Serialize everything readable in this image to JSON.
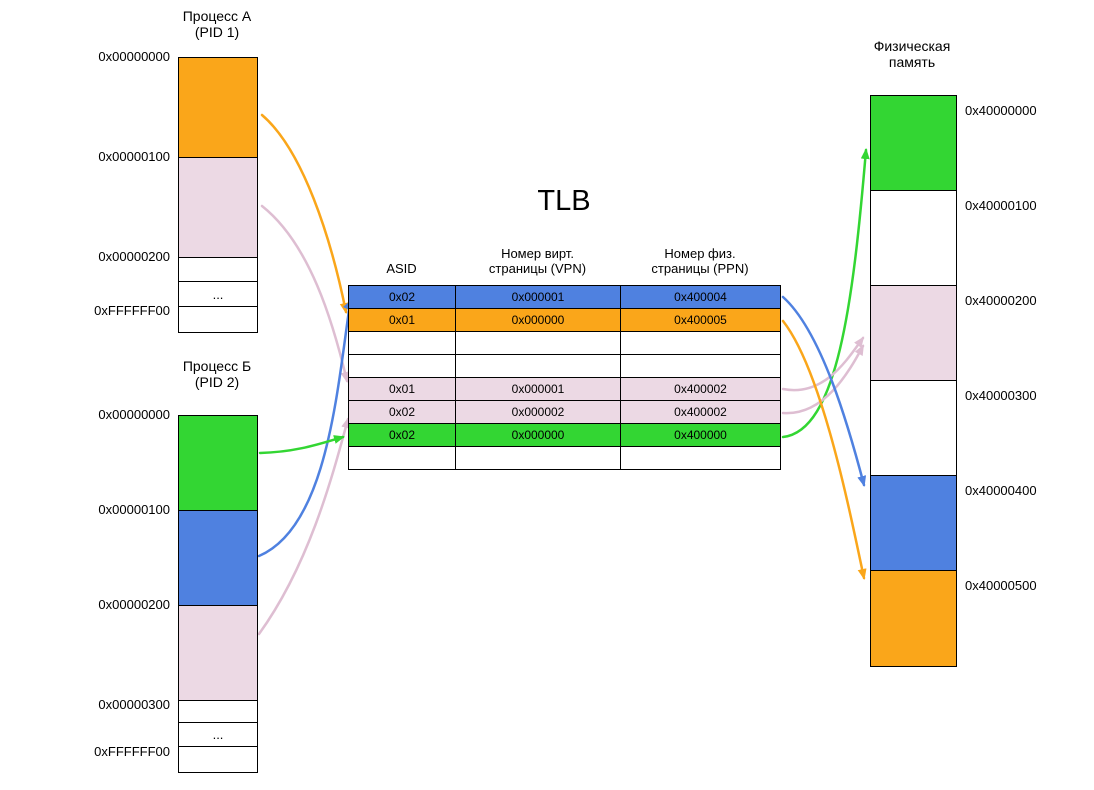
{
  "process_a": {
    "title": "Процесс А",
    "subtitle": "(PID 1)",
    "address_labels": [
      "0x00000000",
      "0x00000100",
      "0x00000200",
      "0xFFFFFF00"
    ],
    "ellipsis": "..."
  },
  "process_b": {
    "title": "Процесс Б",
    "subtitle": "(PID 2)",
    "address_labels": [
      "0x00000000",
      "0x00000100",
      "0x00000200",
      "0x00000300",
      "0xFFFFFF00"
    ],
    "ellipsis": "..."
  },
  "tlb": {
    "title": "TLB",
    "headers": {
      "asid": "ASID",
      "vpn": [
        "Номер вирт.",
        "страницы (VPN)"
      ],
      "ppn": [
        "Номер физ.",
        "страницы (PPN)"
      ]
    },
    "rows": [
      {
        "asid": "0x02",
        "vpn": "0x000001",
        "ppn": "0x400004",
        "color": "blue"
      },
      {
        "asid": "0x01",
        "vpn": "0x000000",
        "ppn": "0x400005",
        "color": "orange"
      },
      {
        "asid": "",
        "vpn": "",
        "ppn": "",
        "color": "white"
      },
      {
        "asid": "",
        "vpn": "",
        "ppn": "",
        "color": "white"
      },
      {
        "asid": "0x01",
        "vpn": "0x000001",
        "ppn": "0x400002",
        "color": "pink"
      },
      {
        "asid": "0x02",
        "vpn": "0x000002",
        "ppn": "0x400002",
        "color": "pink"
      },
      {
        "asid": "0x02",
        "vpn": "0x000000",
        "ppn": "0x400000",
        "color": "green"
      },
      {
        "asid": "",
        "vpn": "",
        "ppn": "",
        "color": "white"
      }
    ]
  },
  "physical_memory": {
    "title": "Физическая",
    "subtitle": "память",
    "address_labels": [
      "0x40000000",
      "0x40000100",
      "0x40000200",
      "0x40000300",
      "0x40000400",
      "0x40000500"
    ]
  },
  "colors": {
    "orange": "#FAA61A",
    "pink": "#ECD9E4",
    "green": "#33D633",
    "blue": "#4F81E0",
    "arrow_pink": "#DEBED2"
  }
}
